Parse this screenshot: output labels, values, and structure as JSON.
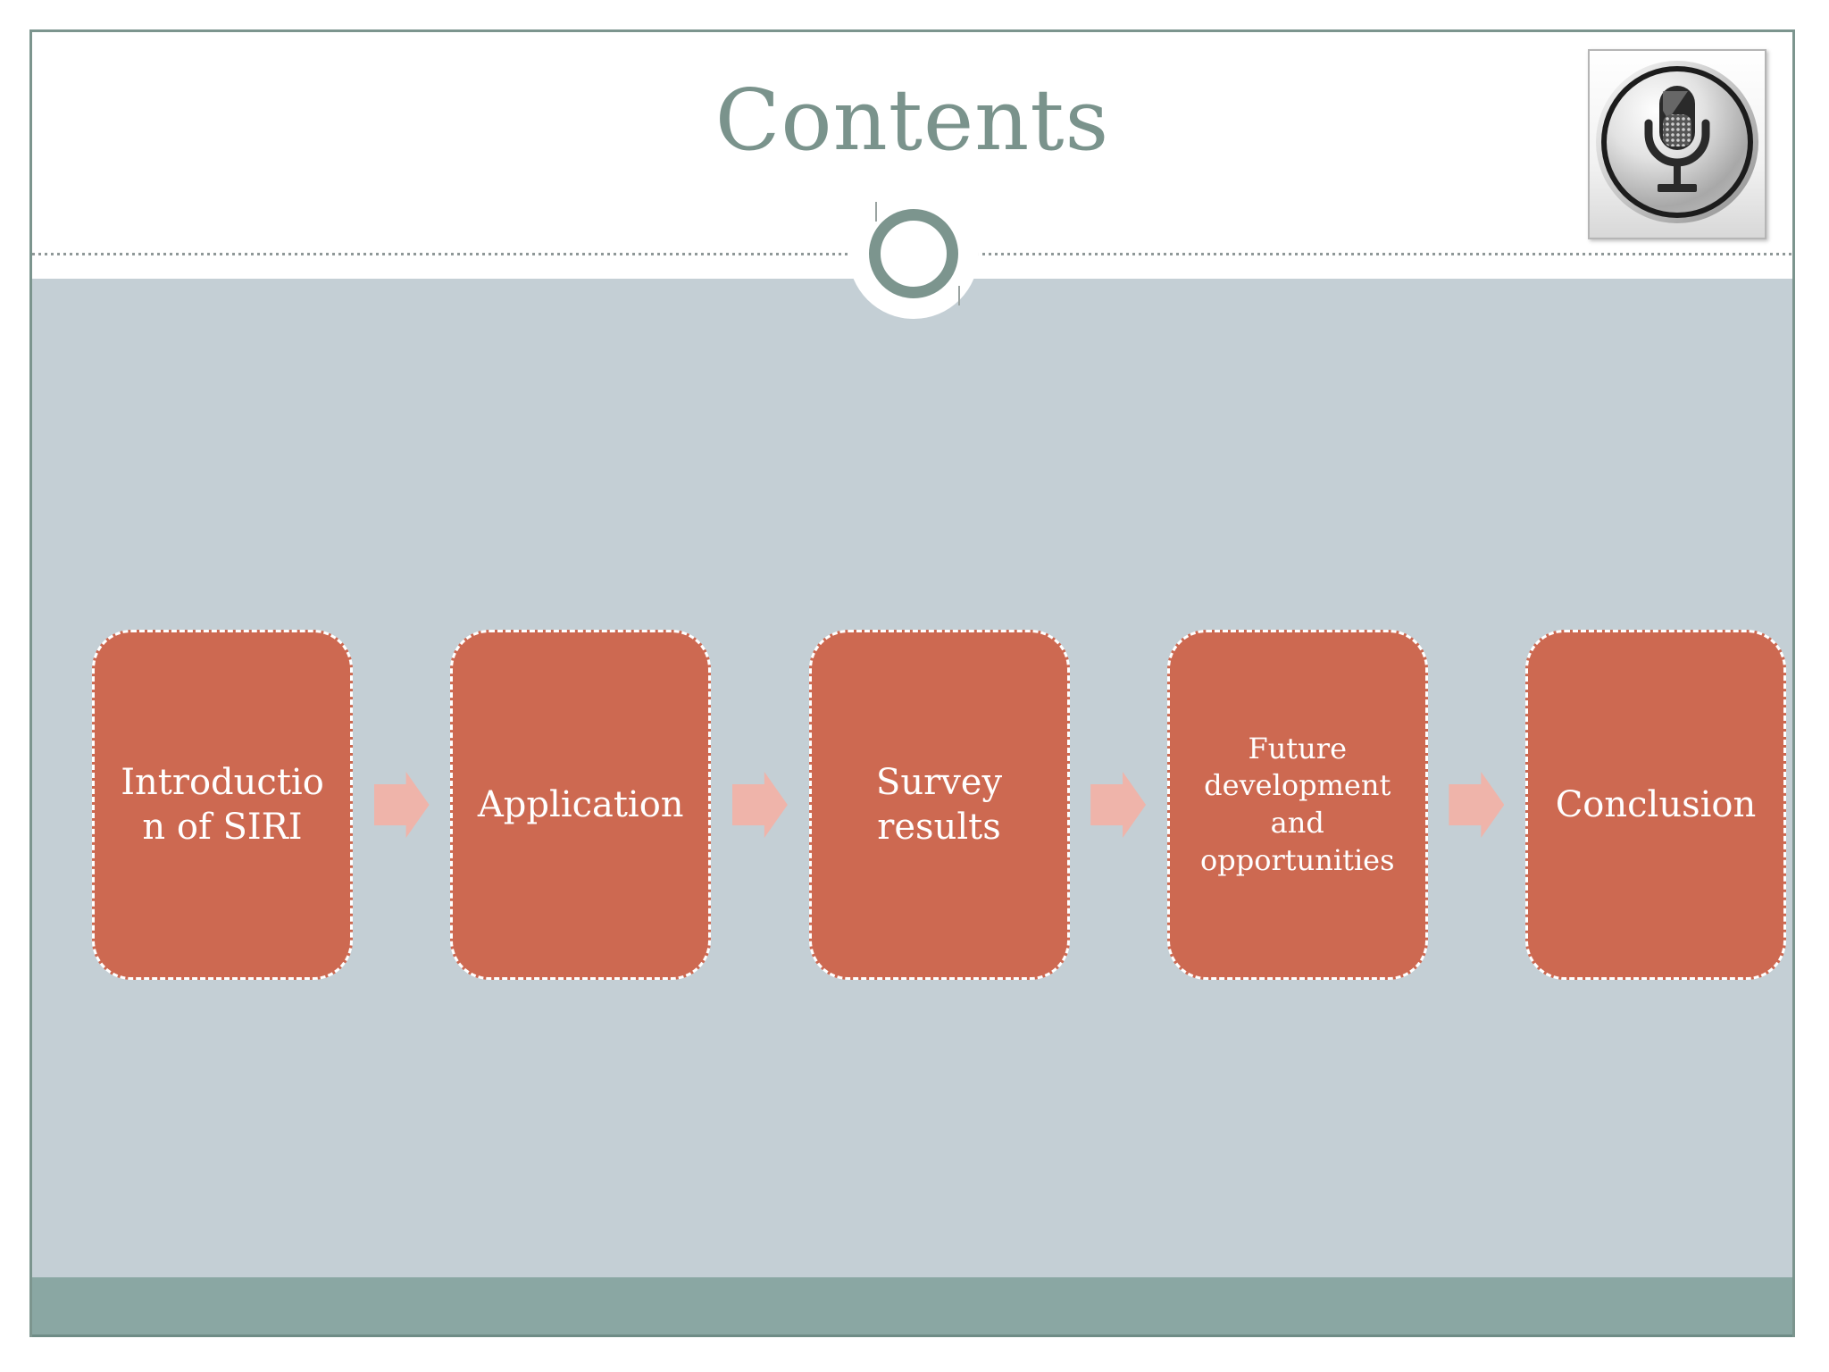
{
  "slide": {
    "title": "Contents",
    "flow_boxes": [
      {
        "label": "Introductio\nn of SIRI"
      },
      {
        "label": "Application"
      },
      {
        "label": "Survey\nresults"
      },
      {
        "label": "Future\ndevelopment\nand\nopportunities"
      },
      {
        "label": "Conclusion"
      }
    ],
    "icons": {
      "corner_icon": "siri-microphone-icon",
      "connector_icon": "arrow-right-icon",
      "ornament": "circle-ring-ornament"
    },
    "colors": {
      "accent_teal": "#7c958e",
      "title_text": "#7a938c",
      "band_background": "#c4cfd5",
      "footer_bar": "#8aa7a3",
      "box_fill": "#cd6951",
      "box_border": "#ffffff",
      "arrow_fill": "#efb4aa",
      "dotted_line": "#8f9898"
    }
  }
}
